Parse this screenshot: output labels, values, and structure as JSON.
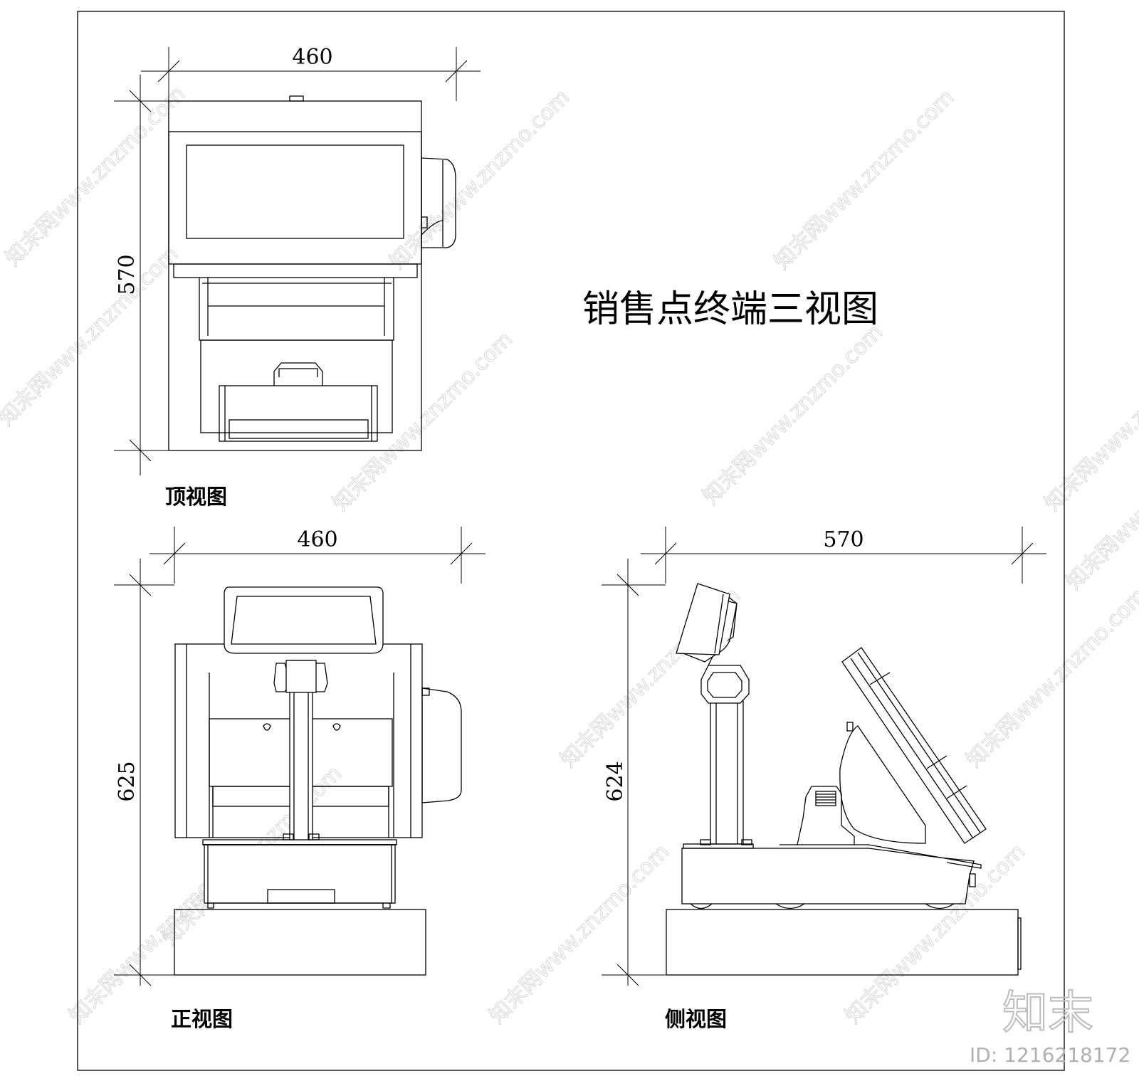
{
  "title": "销售点终端三视图",
  "views": {
    "top": {
      "label": "顶视图",
      "dim_width": "460",
      "dim_height": "570"
    },
    "front": {
      "label": "正视图",
      "dim_width": "460",
      "dim_height": "625"
    },
    "side": {
      "label": "侧视图",
      "dim_width": "570",
      "dim_height": "624"
    }
  },
  "watermark": {
    "text": "知末网www.znzmo.com",
    "brand": "知末",
    "id": "ID: 1216218172"
  }
}
